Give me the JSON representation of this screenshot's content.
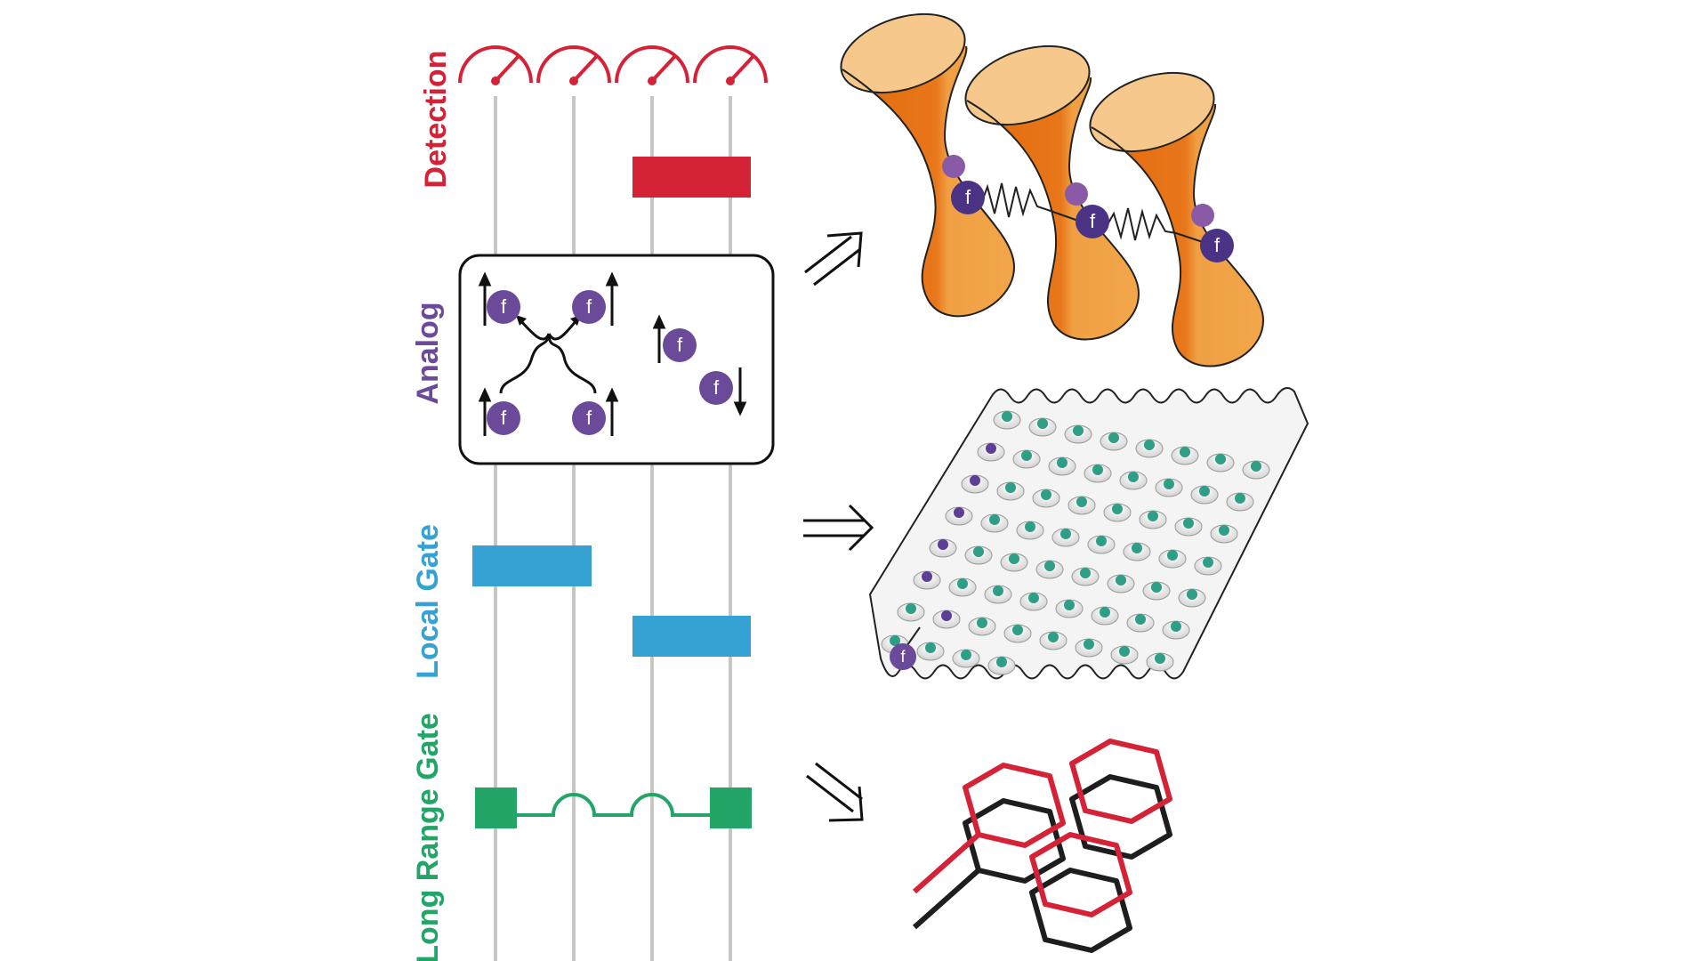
{
  "labels": {
    "detection": "Detection",
    "analog": "Analog",
    "local_gate": "Local Gate",
    "long_range_gate": "Long Range Gate"
  },
  "particle_label": "f",
  "colors": {
    "detection": "#d42236",
    "analog": "#6b4a9a",
    "local_gate": "#36a2d4",
    "long_range_gate": "#22a567",
    "wire": "#c6c6c2",
    "tweezer_dark": "#e8761a",
    "tweezer_light": "#f6c88c",
    "atom_purple": "#5c3f95",
    "atom_teal": "#2f9e86",
    "lattice_red": "#d42236",
    "lattice_black": "#1e1e1e"
  },
  "icons": {
    "detection_meter": "meter-icon",
    "arrow_to_tweezers": "double-arrow-right-up-icon",
    "arrow_to_lattice": "double-arrow-right-icon",
    "arrow_to_honeycomb": "double-arrow-right-down-icon"
  }
}
